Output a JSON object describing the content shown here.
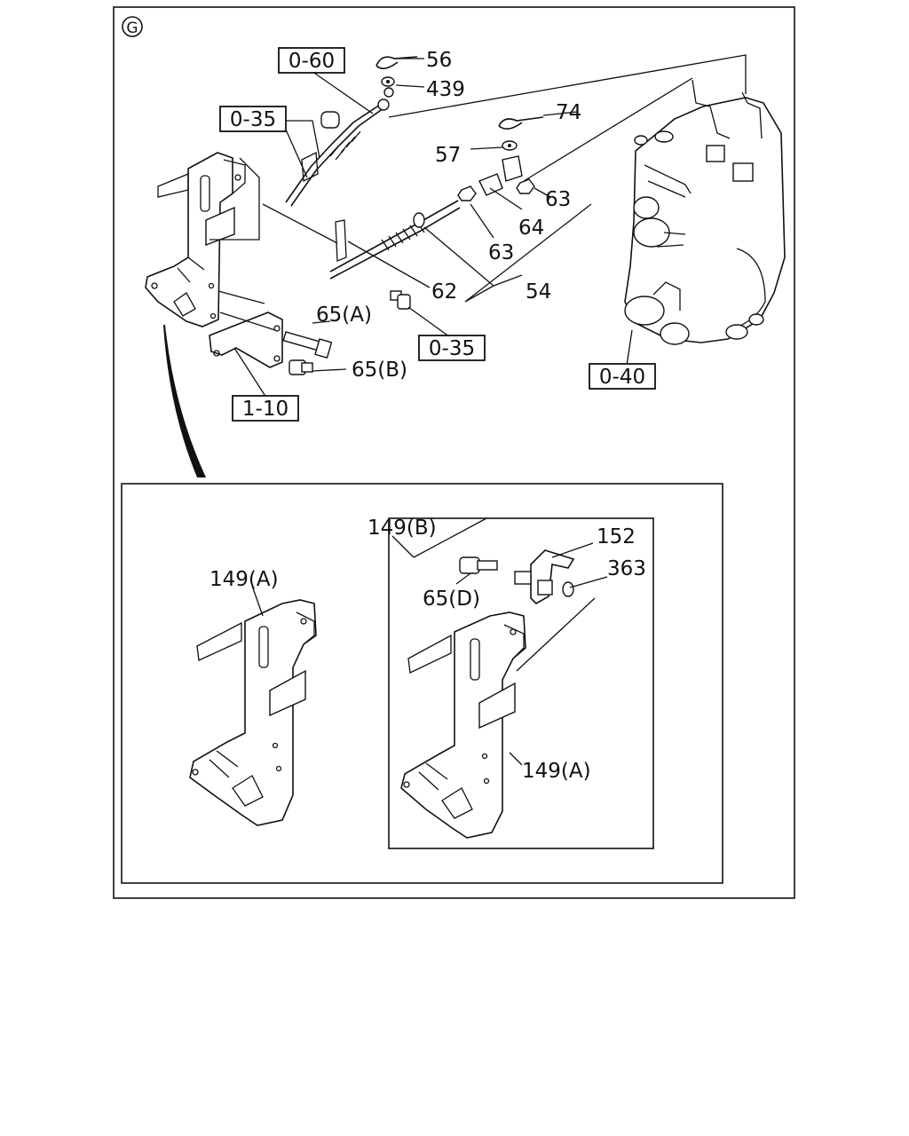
{
  "section_marker": "G",
  "ref_boxes": {
    "ref_0_60": "0-60",
    "ref_0_35_top": "0-35",
    "ref_0_35_mid": "0-35",
    "ref_0_40": "0-40",
    "ref_1_10": "1-10"
  },
  "callouts": {
    "c56": "56",
    "c439": "439",
    "c74": "74",
    "c57": "57",
    "c63a": "63",
    "c64": "64",
    "c63b": "63",
    "c62": "62",
    "c54": "54",
    "c65a": "65(A)",
    "c65b": "65(B)"
  },
  "inset": {
    "c149a_left": "149(A)",
    "c149b": "149(B)",
    "c152": "152",
    "c363": "363",
    "c65d": "65(D)",
    "c149a_right": "149(A)"
  }
}
